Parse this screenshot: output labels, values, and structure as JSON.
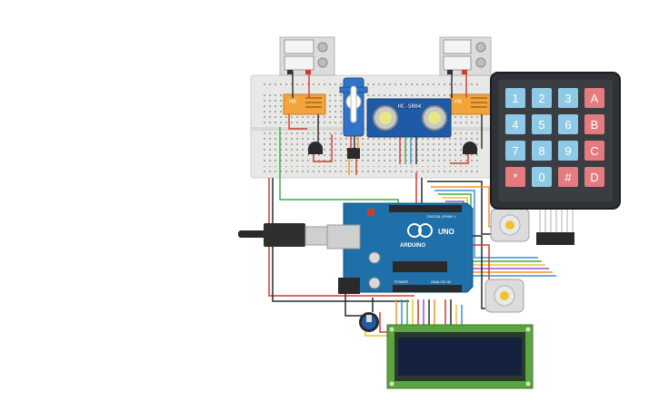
{
  "canvas": {
    "background": "#ffffff"
  },
  "colors": {
    "arduino": "#1f6fa8",
    "breadboard": "#e8e8e6",
    "keypad_body": "#2f3236",
    "key_blue": "#8ec9e6",
    "key_red": "#e37b7f",
    "lcd_pcb": "#5aa53f",
    "lcd_screen": "#14223f",
    "relay_body": "#f2a33a",
    "servo_body": "#2f74c9",
    "sensor_body": "#1f5aa6",
    "wire_green": "#3fae49",
    "wire_red": "#d23a2e",
    "wire_black": "#2a2a2a",
    "wire_orange": "#f2922b",
    "wire_yellow": "#f2c12e",
    "wire_blue": "#3b8fd6",
    "wire_purple": "#8e5ac8"
  },
  "components": {
    "arduino": {
      "brand": "ARDUINO",
      "model": "UNO",
      "header_label": "DIGITAL (PWM~)",
      "power_label": "POWER",
      "analog_label": "ANALOG IN"
    },
    "ultrasonic": {
      "label": "HC-SR04"
    },
    "relays": [
      {
        "label": "HK"
      },
      {
        "label": "HK"
      }
    ],
    "keypad": {
      "keys": [
        "1",
        "2",
        "3",
        "A",
        "4",
        "5",
        "6",
        "B",
        "7",
        "8",
        "9",
        "C",
        "*",
        "0",
        "#",
        "D"
      ]
    },
    "lcd": {
      "label": ""
    }
  }
}
